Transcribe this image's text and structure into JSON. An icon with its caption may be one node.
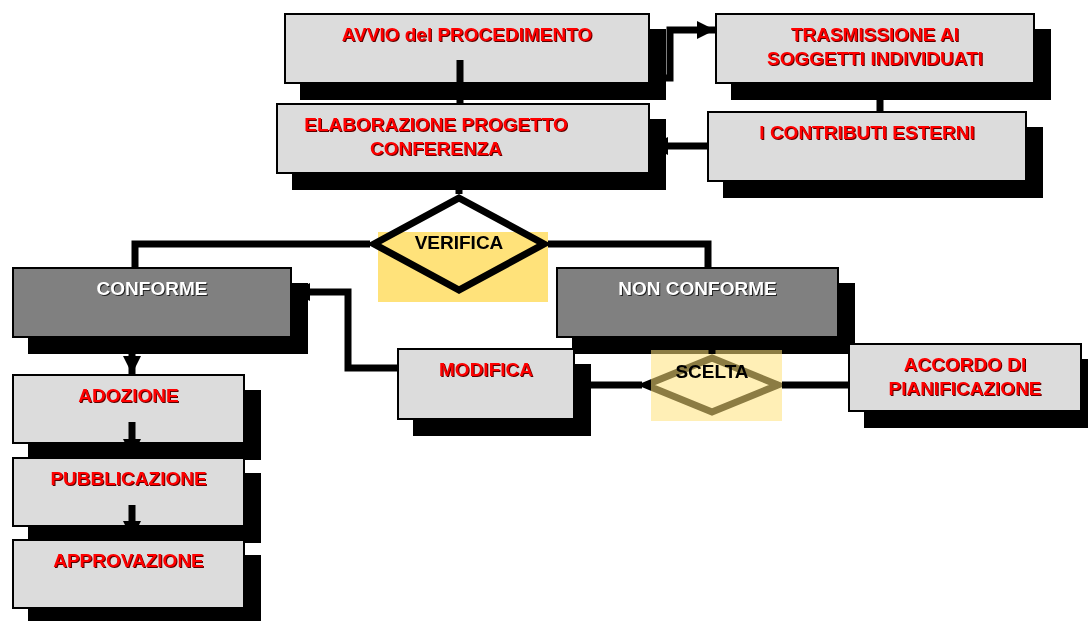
{
  "diagram": {
    "nodes": [
      {
        "text": [
          "AVVIO del PROCEDIMENTO"
        ]
      },
      {
        "text": [
          "TRASMISSIONE AI SOGGETTI INDIVIDUATI"
        ]
      },
      {
        "text": [
          "ELABORAZIONE PROGETTO CONFERENZA"
        ]
      },
      {
        "text": [
          "I CONTRIBUTI ESTERNI"
        ]
      },
      {
        "text": [
          "VERIFICA"
        ]
      },
      {
        "text": [
          "CONFORME"
        ]
      },
      {
        "text": [
          "NON CONFORME"
        ]
      },
      {
        "text": [
          "MODIFICA"
        ]
      },
      {
        "text": [
          "SCELTA"
        ]
      },
      {
        "text": [
          "ACCORDO DI PIANIFICAZIONE"
        ]
      },
      {
        "text": [
          "ADOZIONE"
        ]
      },
      {
        "text": [
          "PUBBLICAZIONE"
        ]
      },
      {
        "text": [
          "APPROVAZIONE"
        ]
      }
    ],
    "edges": [
      {
        "from": 0,
        "to": 1,
        "arrow": "to"
      },
      {
        "from": 0,
        "to": 2,
        "arrow": "to"
      },
      {
        "from": 1,
        "to": 3,
        "arrow": "none"
      },
      {
        "from": 3,
        "to": 2,
        "arrow": "to"
      },
      {
        "from": 2,
        "to": 4,
        "arrow": "none"
      },
      {
        "from": 4,
        "to": 5,
        "arrow": "none"
      },
      {
        "from": 4,
        "to": 6,
        "arrow": "none"
      },
      {
        "from": 5,
        "to": 10,
        "arrow": "to"
      },
      {
        "from": 10,
        "to": 11,
        "arrow": "to"
      },
      {
        "from": 11,
        "to": 12,
        "arrow": "to"
      },
      {
        "from": 6,
        "to": 8,
        "arrow": "none"
      },
      {
        "from": 8,
        "to": 7,
        "arrow": "none"
      },
      {
        "from": 8,
        "to": 9,
        "arrow": "none"
      },
      {
        "from": 7,
        "to": 5,
        "arrow": "to"
      }
    ]
  }
}
